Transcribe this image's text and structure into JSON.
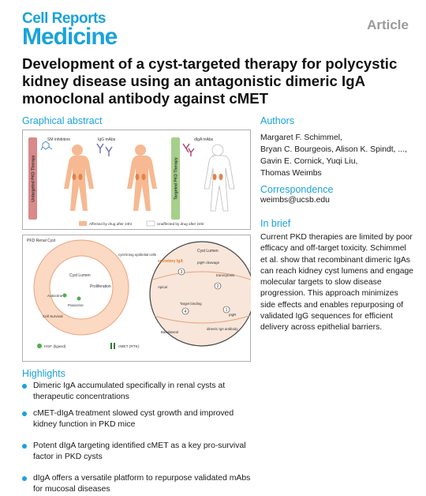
{
  "header": {
    "journal_line1": "Cell Reports",
    "journal_line2": "Medicine",
    "article_type": "Article"
  },
  "title": "Development of a cyst-targeted therapy for polycystic kidney disease using an antagonistic dimeric IgA monoclonal antibody against cMET",
  "graphical_abstract": {
    "heading": "Graphical abstract",
    "top_panel": {
      "left_bar": "Untargeted PKD Therapy",
      "right_bar": "Targeted PKD Therapy",
      "sm_label": "SM inhibitors",
      "igg_label": "IgG mAbs",
      "diga_label": "dIgA mAbs",
      "legend_affected": "Affected by drug after 24hr",
      "legend_unaffected": "Unaffected by drug after 24hr"
    },
    "bottom_panel": {
      "panel_label": "PKD Renal Cyst",
      "cyst_lumen": "Cyst Lumen",
      "proliferation": "Proliferation",
      "autocrine": "Autocrine",
      "paracrine": "Paracrine",
      "cell_survival": "Cell Survival",
      "epithelial": "cyst-lining epithelial cells",
      "zoom_lumen": "Cyst Lumen",
      "secretory": "secretory IgA",
      "pigr_cleavage": "pIgR cleavage",
      "transcytosis": "transcytosis",
      "target_binding": "Target binding",
      "apical": "Apical",
      "basolateral": "Basolateral",
      "pigr": "pIgR",
      "dimeric": "dimeric IgA antibody",
      "step1": "1",
      "step2": "2",
      "step3": "3",
      "step4": "4",
      "hgf": "HGF (ligand)",
      "cmet": "cMET (RTK)"
    }
  },
  "authors": {
    "heading": "Authors",
    "lines": [
      "Margaret F. Schimmel,",
      "Bryan C. Bourgeois, Alison K. Spindt, ...,",
      "Gavin E. Cornick, Yuqi Liu,",
      "Thomas Weimbs"
    ]
  },
  "correspondence": {
    "heading": "Correspondence",
    "email": "weimbs@ucsb.edu"
  },
  "in_brief": {
    "heading": "In brief",
    "lines": [
      "Current PKD therapies are limited by poor",
      "efficacy and off-target toxicity. Schimmel",
      "et al. show that recombinant dimeric IgAs",
      "can reach kidney cyst lumens and engage",
      "molecular targets to slow disease",
      "progression. This approach minimizes",
      "side effects and enables repurposing of",
      "validated IgG sequences for efficient",
      "delivery across epithelial barriers."
    ]
  },
  "highlights": {
    "heading": "Highlights",
    "items": [
      [
        "Dimeric IgA accumulated specifically in renal cysts at",
        "therapeutic concentrations"
      ],
      [
        "cMET-dIgA treatment slowed cyst growth and improved",
        "kidney function in PKD mice"
      ],
      [
        "Potent dIgA targeting identified cMET as a key pro-survival",
        "factor in PKD cysts"
      ],
      [
        "dIgA offers a versatile platform to repurpose validated mAbs",
        "for mucosal diseases"
      ]
    ]
  },
  "colors": {
    "accent": "#1aa3d9",
    "body_affected": "#f6b992",
    "bar_untargeted": "#d98a8a",
    "bar_targeted": "#a6d08a"
  }
}
